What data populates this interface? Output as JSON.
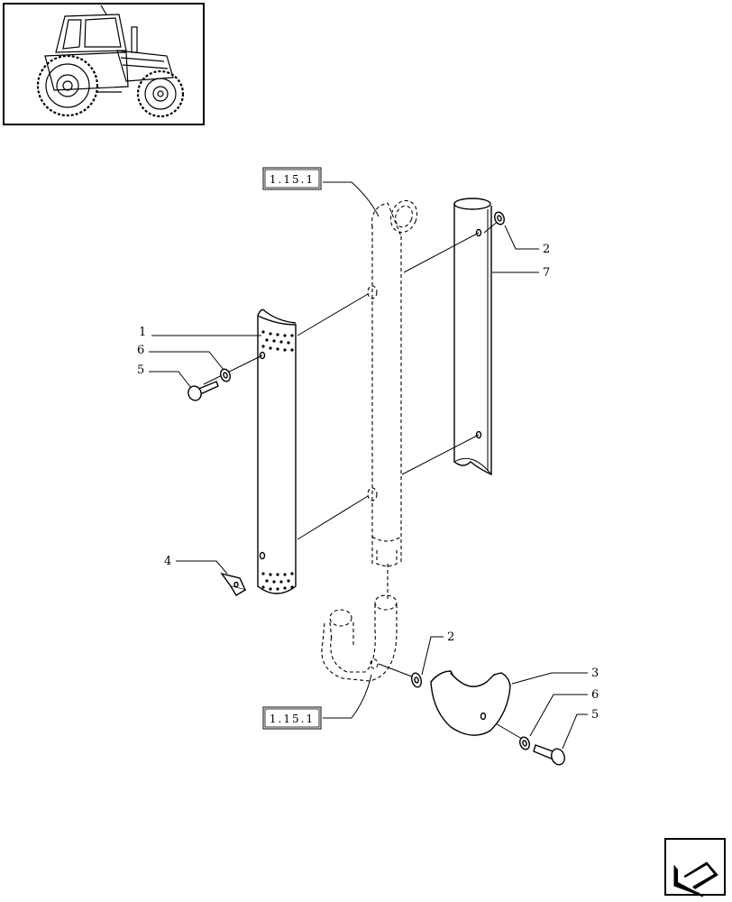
{
  "thumbnail": {
    "icon": "tractor-thumbnail-icon"
  },
  "references": [
    {
      "id": "ref-top",
      "text": "1.15.1"
    },
    {
      "id": "ref-bottom",
      "text": "1.15.1"
    }
  ],
  "callouts": [
    {
      "id": "c1",
      "text": "1"
    },
    {
      "id": "c6a",
      "text": "6"
    },
    {
      "id": "c5a",
      "text": "5"
    },
    {
      "id": "c4",
      "text": "4"
    },
    {
      "id": "c2a",
      "text": "2"
    },
    {
      "id": "c7",
      "text": "7"
    },
    {
      "id": "c2b",
      "text": "2"
    },
    {
      "id": "c3",
      "text": "3"
    },
    {
      "id": "c6b",
      "text": "6"
    },
    {
      "id": "c5b",
      "text": "5"
    }
  ],
  "nav": {
    "icon": "next-page-arrow-icon"
  }
}
